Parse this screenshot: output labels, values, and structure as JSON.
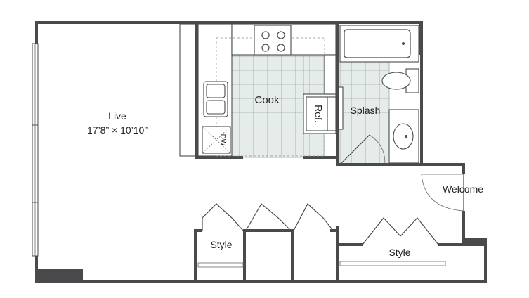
{
  "rooms": {
    "live": {
      "name": "Live",
      "dimensions": "17’8” × 10’10”"
    },
    "cook": {
      "name": "Cook"
    },
    "refrigerator": {
      "name": "Ref."
    },
    "dishwasher": {
      "name": "DW"
    },
    "splash": {
      "name": "Splash"
    },
    "welcome": {
      "name": "Welcome"
    },
    "style_left": {
      "name": "Style"
    },
    "style_right": {
      "name": "Style"
    }
  }
}
